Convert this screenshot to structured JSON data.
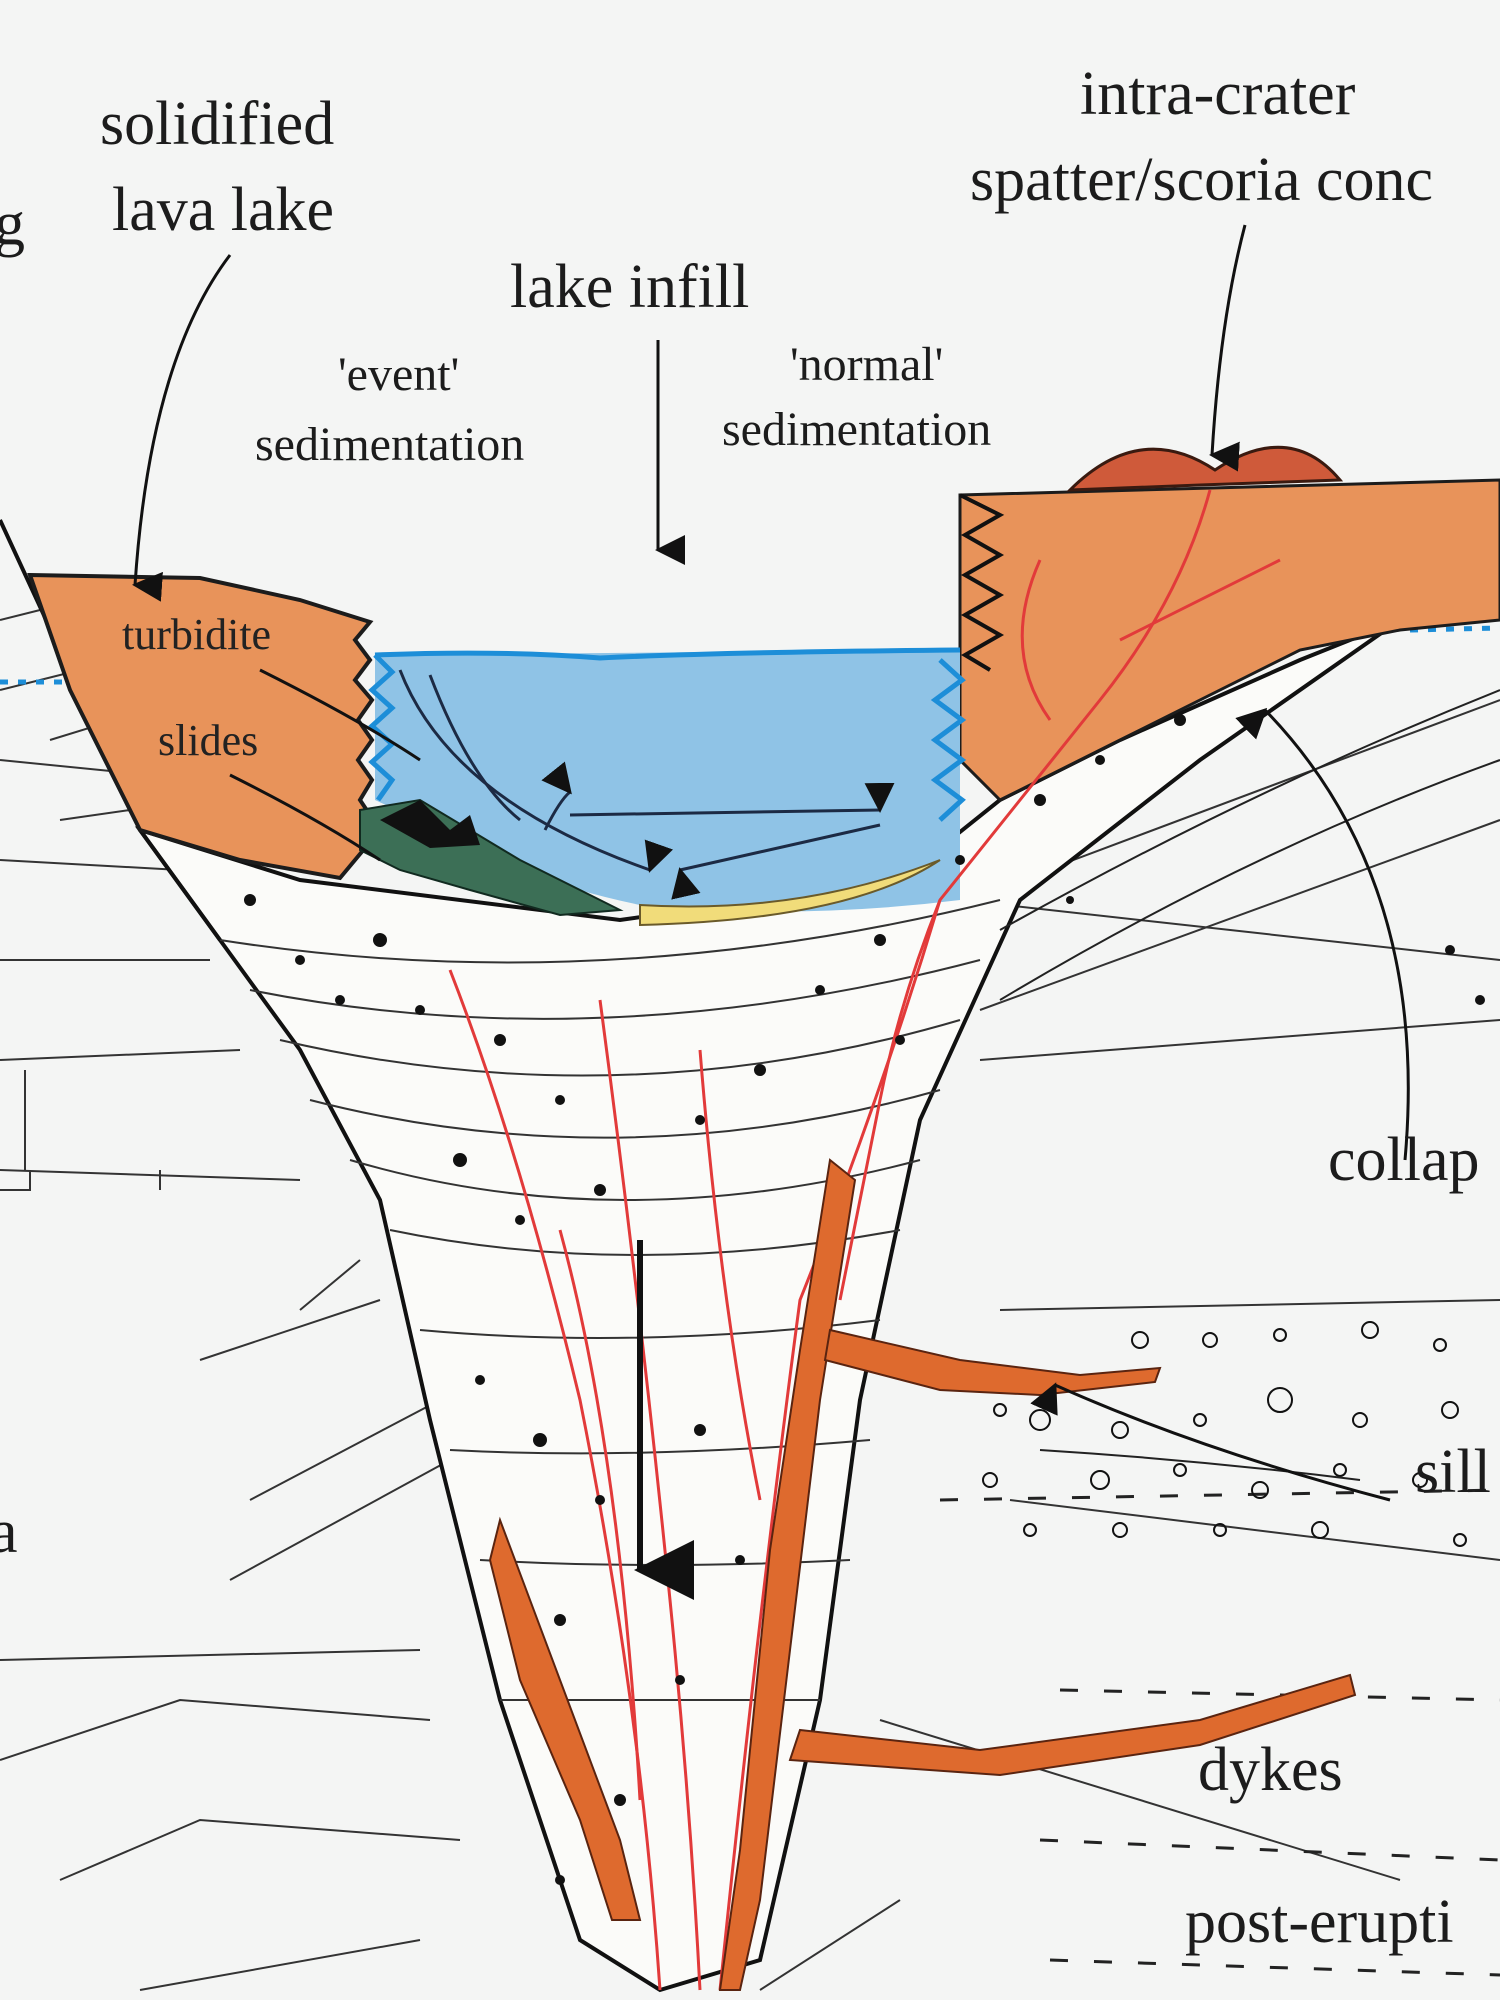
{
  "labels": {
    "cut_left": "g",
    "cut_left_lower": "a",
    "solidified_line1": "solidified",
    "solidified_line2": "lava lake",
    "lake_infill": "lake infill",
    "event_line1": "'event'",
    "event_line2": "sedimentation",
    "normal_line1": "'normal'",
    "normal_line2": "sedimentation",
    "intra_line1": "intra-crater",
    "intra_line2": "spatter/scoria conc",
    "turbidite": "turbidite",
    "slides": "slides",
    "collapse": "collap",
    "sill": "sill",
    "dykes": "dykes",
    "post_eruptive": "post-erupti"
  },
  "colors": {
    "background": "#f4f5f4",
    "lava_orange": "#e8935a",
    "dyke_orange": "#de6a2e",
    "lake_blue": "#8fc3e6",
    "lake_edge": "#1d8ed8",
    "vein_red": "#e23a3a",
    "yellow_sediment": "#f1dc7a",
    "slide_green": "#3c6f56",
    "ink": "#1c1c1c"
  }
}
